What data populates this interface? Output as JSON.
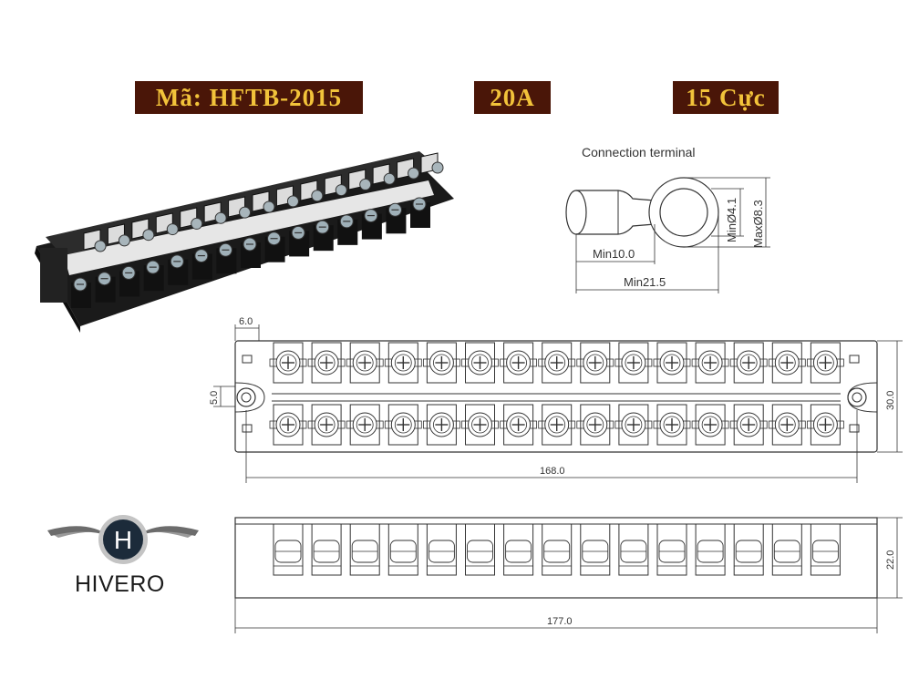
{
  "badges": {
    "code": "Mã: HFTB-2015",
    "current": "20A",
    "poles": "15 Cực"
  },
  "connection_terminal": {
    "title": "Connection terminal",
    "min_len_1": "Min10.0",
    "min_len_2": "Min21.5",
    "min_hole": "MinØ4.1",
    "max_ring": "MaxØ8.3"
  },
  "top_view": {
    "dim_width_small": "6.0",
    "dim_left": "5.0",
    "dim_height": "30.0",
    "dim_length": "168.0"
  },
  "side_view": {
    "dim_height": "22.0",
    "dim_length": "177.0"
  },
  "brand": {
    "name": "HIVERO",
    "letter": "H"
  },
  "colors": {
    "badge_bg": "#4a1608",
    "badge_text": "#f2c33a",
    "line": "#333333"
  }
}
